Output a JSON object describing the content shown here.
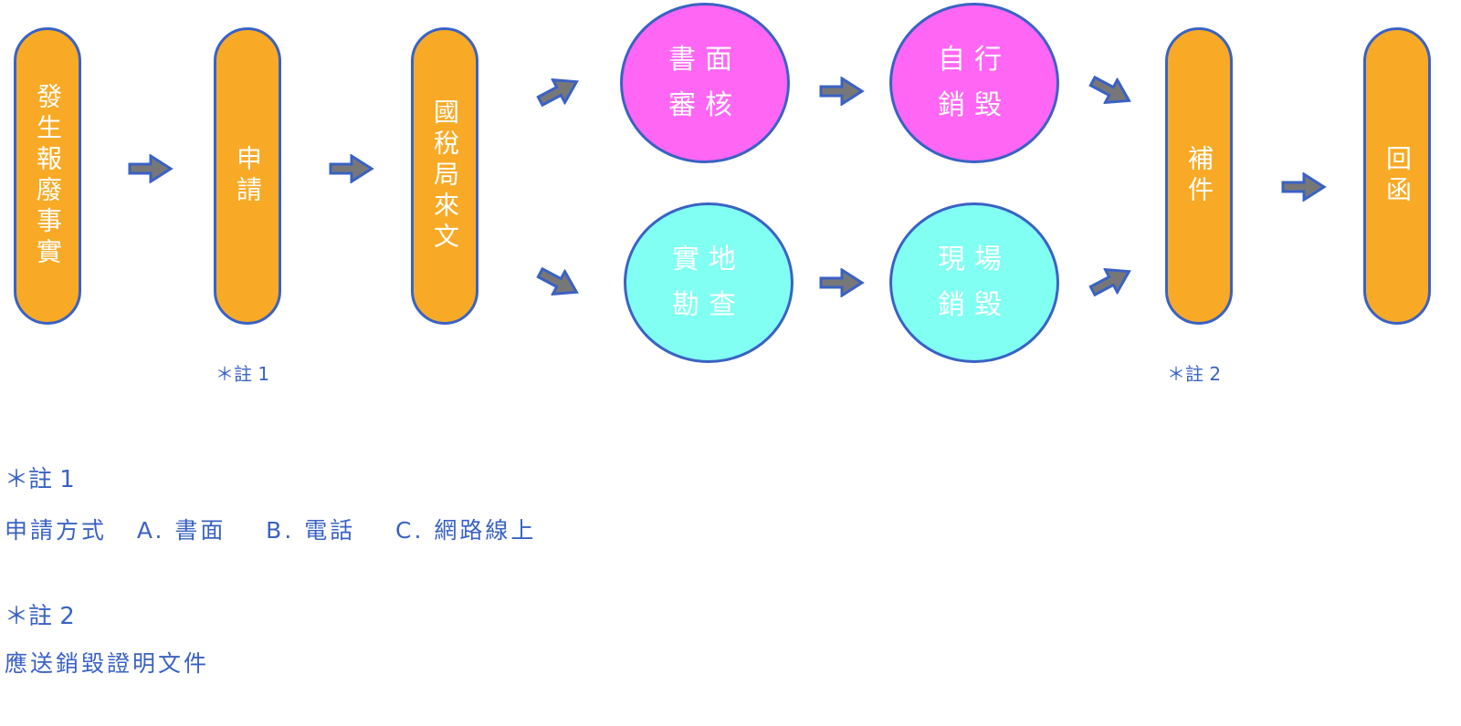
{
  "steps": {
    "s1": "發生報廢事實",
    "s2": "申請",
    "s3": "國稅局來文",
    "c1a": "書面",
    "c1b": "審核",
    "c2a": "自行",
    "c2b": "銷毀",
    "c3a": "實地",
    "c3b": "勘查",
    "c4a": "現場",
    "c4b": "銷毀",
    "s6": "補件",
    "s7": "回函"
  },
  "notes": {
    "n1": "＊註 1",
    "n2": "＊註 2"
  },
  "footnotes": {
    "h1": "＊註 1",
    "t1": "申請方式   A. 書面    B. 電話    C. 網路線上",
    "h2": "＊註 2",
    "t2": "應送銷毀證明文件"
  },
  "colors": {
    "orange": "#f8aa26",
    "pink": "#ff66f4",
    "cyan": "#80fff2",
    "border": "#3a62c4",
    "arrow": "#777777"
  }
}
